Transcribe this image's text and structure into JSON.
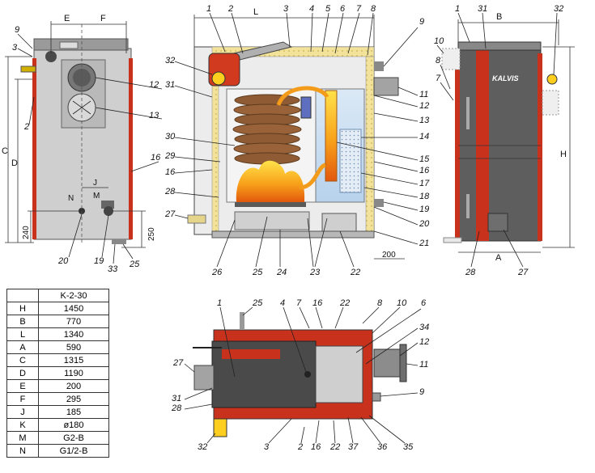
{
  "spec_table": {
    "header": "K-2-30",
    "rows": [
      {
        "key": "H",
        "value": "1450"
      },
      {
        "key": "B",
        "value": "770"
      },
      {
        "key": "L",
        "value": "1340"
      },
      {
        "key": "A",
        "value": "590"
      },
      {
        "key": "C",
        "value": "1315"
      },
      {
        "key": "D",
        "value": "1190"
      },
      {
        "key": "E",
        "value": "200"
      },
      {
        "key": "F",
        "value": "295"
      },
      {
        "key": "J",
        "value": "185"
      },
      {
        "key": "K",
        "value": "ø180"
      },
      {
        "key": "M",
        "value": "G2-B"
      },
      {
        "key": "N",
        "value": "G1/2-B"
      }
    ]
  },
  "front_view": {
    "dims": {
      "E": "E",
      "F": "F",
      "C": "C",
      "D": "D",
      "J": "J",
      "M": "M",
      "N": "N",
      "d240": "240",
      "d250": "250"
    },
    "callouts": {
      "c9": "9",
      "c3": "3",
      "c2": "2",
      "c12": "12",
      "c13": "13",
      "c16": "16",
      "c20": "20",
      "c19": "19",
      "c33": "33",
      "c25": "25"
    }
  },
  "section_view": {
    "dims": {
      "L": "L",
      "d200": "200"
    },
    "callouts": {
      "c1": "1",
      "c2": "2",
      "c3": "3",
      "c4": "4",
      "c5": "5",
      "c6": "6",
      "c7": "7",
      "c8": "8",
      "c9": "9",
      "c11": "11",
      "c12": "12",
      "c13": "13",
      "c14": "14",
      "c15": "15",
      "c16r": "16",
      "c17": "17",
      "c18": "18",
      "c19": "19",
      "c20": "20",
      "c21": "21",
      "c22": "22",
      "c23": "23",
      "c24": "24",
      "c25": "25",
      "c26": "26",
      "c27": "27",
      "c28": "28",
      "c16l": "16",
      "c29": "29",
      "c30": "30",
      "c31": "31",
      "c32": "32"
    }
  },
  "side_view": {
    "brand": "KALVIS",
    "dims": {
      "B": "B",
      "H": "H",
      "A": "A"
    },
    "callouts": {
      "c1": "1",
      "c31": "31",
      "c32": "32",
      "c10": "10",
      "c8": "8",
      "c7": "7",
      "c28": "28",
      "c27": "27"
    }
  },
  "top_view": {
    "callouts": {
      "c1": "1",
      "c25": "25",
      "c4": "4",
      "c7": "7",
      "c16": "16",
      "c22": "22",
      "c8": "8",
      "c10": "10",
      "c6": "6",
      "c34": "34",
      "c12": "12",
      "c11": "11",
      "c27": "27",
      "c31": "31",
      "c28": "28",
      "c9": "9",
      "c32": "32",
      "c3": "3",
      "c2": "2",
      "c16b": "16",
      "c22b": "22",
      "c37": "37",
      "c36": "36",
      "c35": "35"
    }
  }
}
